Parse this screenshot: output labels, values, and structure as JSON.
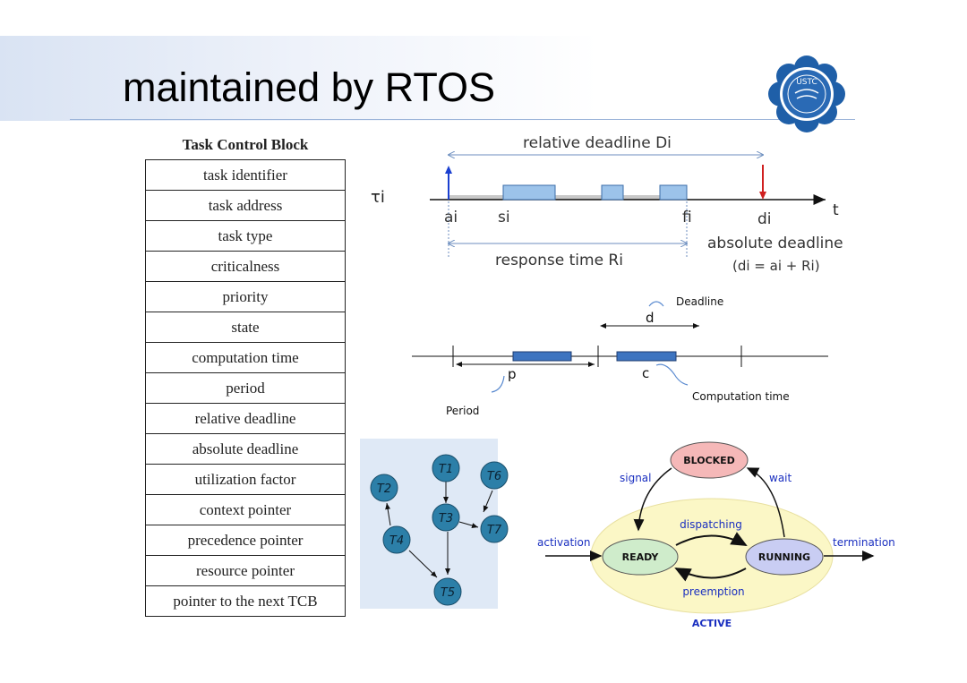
{
  "slide": {
    "title": "maintained by RTOS",
    "logo": {
      "text": "USTC",
      "icon": "university-seal"
    }
  },
  "tcb": {
    "title": "Task Control Block",
    "fields": [
      "task identifier",
      "task address",
      "task type",
      "criticalness",
      "priority",
      "state",
      "computation time",
      "period",
      "relative deadline",
      "absolute deadline",
      "utilization factor",
      "context pointer",
      "precedence pointer",
      "resource pointer",
      "pointer to the next TCB"
    ]
  },
  "timing": {
    "task_label": "τi",
    "relative_deadline": "relative deadline Di",
    "axis_label": "t",
    "a": "ai",
    "s": "si",
    "f": "fi",
    "d": "di",
    "response_time": "response time Ri",
    "absolute_deadline": "absolute deadline",
    "formula": "(di = ai + Ri)"
  },
  "periodic": {
    "deadline_label": "Deadline",
    "d": "d",
    "p": "p",
    "c": "c",
    "period_label": "Period",
    "computation_label": "Computation time"
  },
  "dag": {
    "nodes": [
      "T1",
      "T2",
      "T3",
      "T4",
      "T5",
      "T6",
      "T7"
    ]
  },
  "states": {
    "blocked": "BLOCKED",
    "ready": "READY",
    "running": "RUNNING",
    "active": "ACTIVE",
    "signal": "signal",
    "wait": "wait",
    "dispatching": "dispatching",
    "preemption": "preemption",
    "activation": "activation",
    "termination": "termination"
  }
}
